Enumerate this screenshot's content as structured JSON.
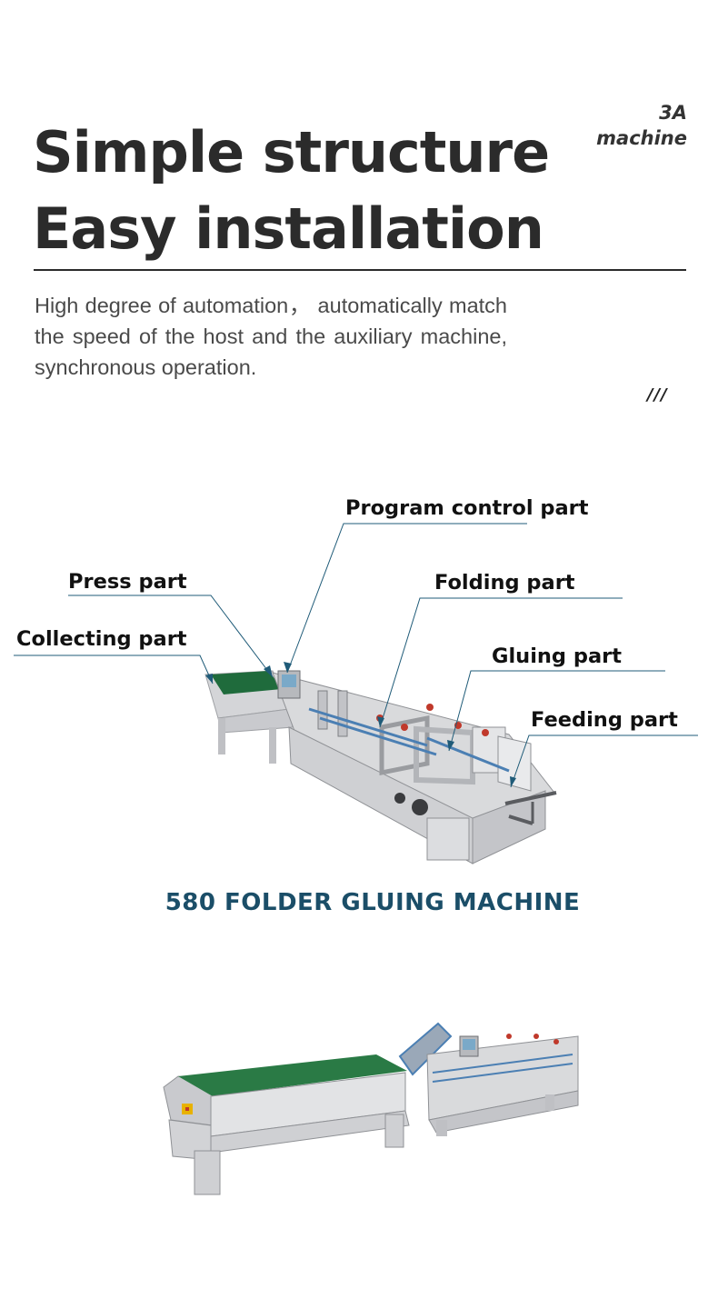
{
  "heading": {
    "line1": "Simple structure",
    "line2": "Easy installation"
  },
  "brand": {
    "line1": "3A",
    "line2": "machine"
  },
  "description": "High degree of automation， automatically match the speed of the host and the auxiliary machine, synchronous operation.",
  "decoration_slashes": "///",
  "diagram": {
    "labels": {
      "program_control": "Program control part",
      "press": "Press part",
      "folding": "Folding part",
      "collecting": "Collecting part",
      "gluing": "Gluing part",
      "feeding": "Feeding part"
    },
    "leader_color": "#1f5b78"
  },
  "caption": "580 FOLDER GLUING MACHINE",
  "colors": {
    "caption": "#1b4e68",
    "machine_body": "#d9dadc",
    "conveyor_green": "#1f6b3c"
  }
}
